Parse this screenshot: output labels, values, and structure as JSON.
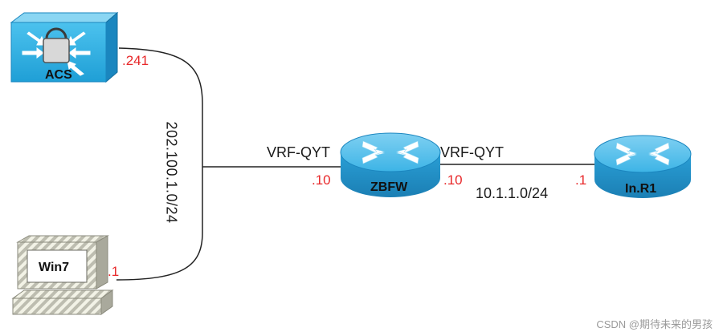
{
  "devices": {
    "acs": {
      "label": "ACS",
      "ip": ".241"
    },
    "win7": {
      "label": "Win7",
      "ip": ".1"
    },
    "zbfw": {
      "label": "ZBFW",
      "ip_left": ".10",
      "ip_right": ".10",
      "vrf_left": "VRF-QYT",
      "vrf_right": "VRF-QYT"
    },
    "inr1": {
      "label": "In.R1",
      "ip": ".1"
    }
  },
  "networks": {
    "left_subnet": "202.100.1.0/24",
    "right_subnet": "10.1.1.0/24"
  },
  "watermark": "CSDN @期待未来的男孩",
  "colors": {
    "device_blue": "#2aaee0",
    "label_red": "#e8282a",
    "line": "#222222"
  }
}
